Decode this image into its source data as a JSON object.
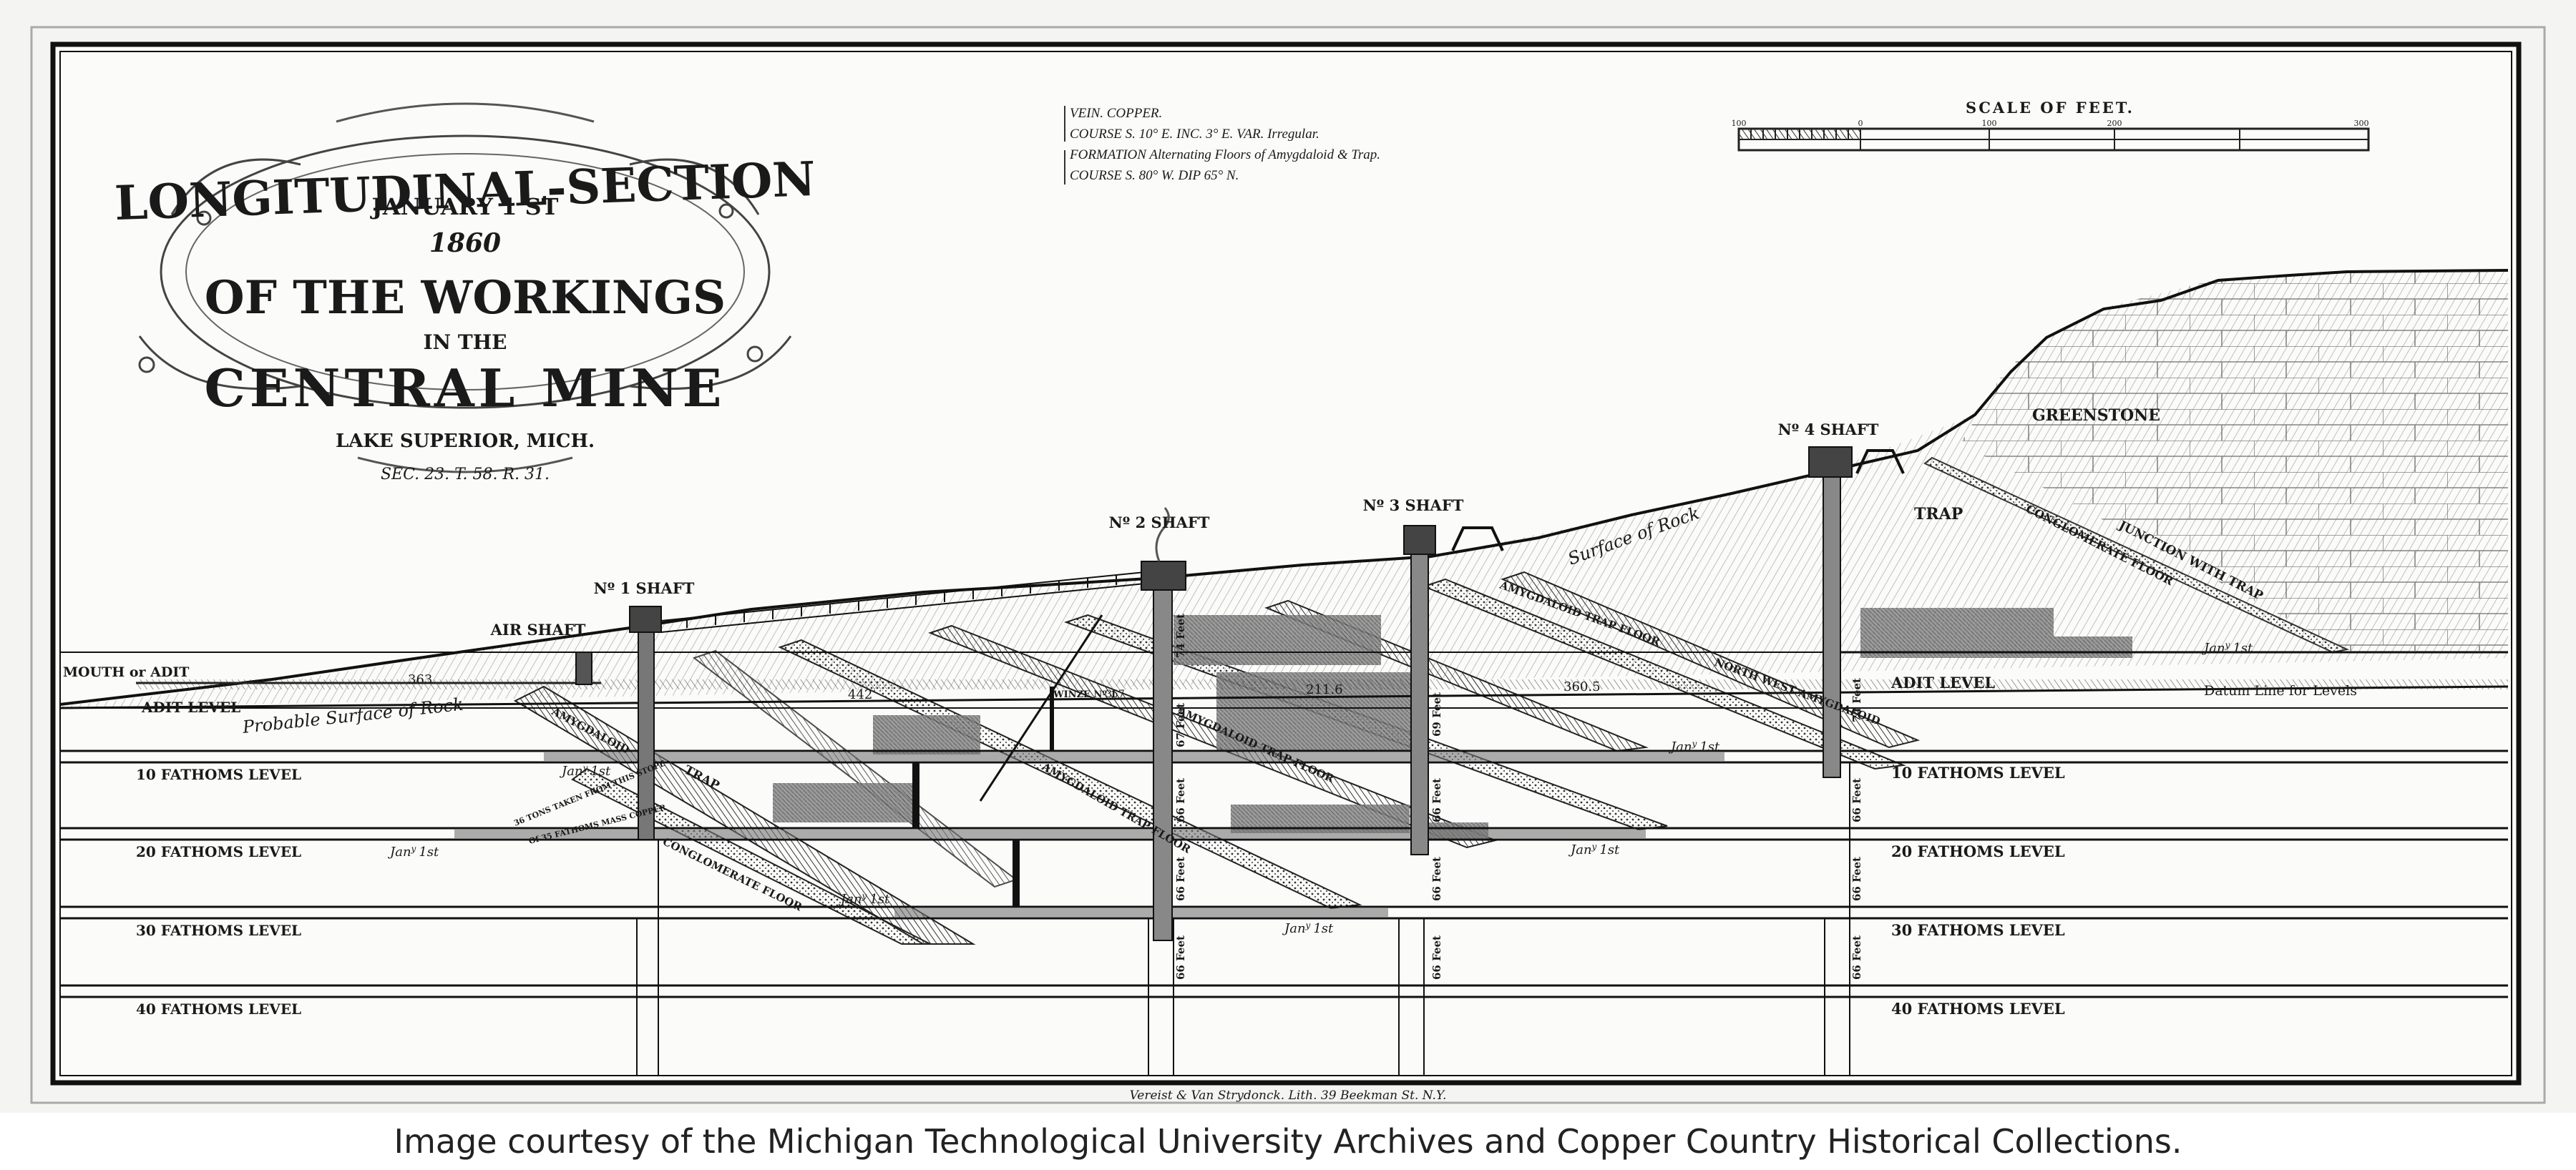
{
  "title": {
    "line1": "LONGITUDINAL-SECTION",
    "date": "JANUARY 1 ST",
    "year": "1860",
    "line2": "OF THE WORKINGS",
    "line3": "IN THE",
    "line4": "CENTRAL MINE",
    "place": "LAKE SUPERIOR, MICH.",
    "sec": "SEC. 23. T. 58. R. 31."
  },
  "notes": [
    "VEIN. COPPER.",
    "COURSE S. 10° E. INC. 3° E. VAR. Irregular.",
    "FORMATION Alternating Floors of Amygdaloid & Trap.",
    "COURSE S. 80° W. DIP 65° N."
  ],
  "scale": {
    "label": "SCALE OF FEET.",
    "ticks": [
      "100",
      "0",
      "100",
      "200",
      "300"
    ]
  },
  "shafts": [
    "AIR SHAFT",
    "Nº 1 SHAFT",
    "Nº 2 SHAFT",
    "Nº 3 SHAFT",
    "Nº 4 SHAFT"
  ],
  "mouth": "MOUTH or ADIT",
  "levels_left": [
    "ADIT LEVEL",
    "10 FATHOMS LEVEL",
    "20 FATHOMS LEVEL",
    "30 FATHOMS LEVEL",
    "40 FATHOMS LEVEL"
  ],
  "levels_right": [
    "ADIT LEVEL",
    "10 FATHOMS LEVEL",
    "20 FATHOMS LEVEL",
    "30 FATHOMS LEVEL",
    "40 FATHOMS LEVEL"
  ],
  "datum": "Datum Line for Levels",
  "formations": {
    "greenstone": "GREENSTONE",
    "trap_right": "TRAP",
    "conglomerate_right": "CONGLOMERATE FLOOR",
    "junction": "JUNCTION WITH TRAP",
    "surface_rock": "Surface of Rock",
    "probable_surface": "Probable Surface of Rock",
    "amygdaloid_left": "AMYGDALOID",
    "trap_left": "TRAP",
    "conglomerate_left": "CONGLOMERATE FLOOR",
    "amyg_trap_floor_1": "AMYGDALOID TRAP FLOOR",
    "amyg_trap_floor_2": "AMYGDALOID TRAP FLOOR",
    "amyg_trap_floor_3": "AMYGDALOID TRAP FLOOR",
    "north_west": "NORTH WEST AMYGDALOID",
    "winze": "WINZE Nº 1",
    "stope_note": "36 TONS TAKEN FROM THIS STOPE",
    "stope_note2": "Of 35 FATHOMS MASS COPPER"
  },
  "dimensions": {
    "d363": "363",
    "d442": "442",
    "d211": "211.6",
    "d360": "360.5",
    "d357": "357"
  },
  "dates": {
    "jan": "Jan",
    "sup": "y",
    "first": "1st"
  },
  "feet": {
    "f74": "74 Feet",
    "f67": "67 Feet",
    "f66": "66 Feet",
    "f69": "69 Feet"
  },
  "lithographer": "Vereist & Van Strydonck. Lith. 39 Beekman St. N.Y.",
  "credit": "Image courtesy of the Michigan Technological University Archives and Copper Country Historical Collections."
}
